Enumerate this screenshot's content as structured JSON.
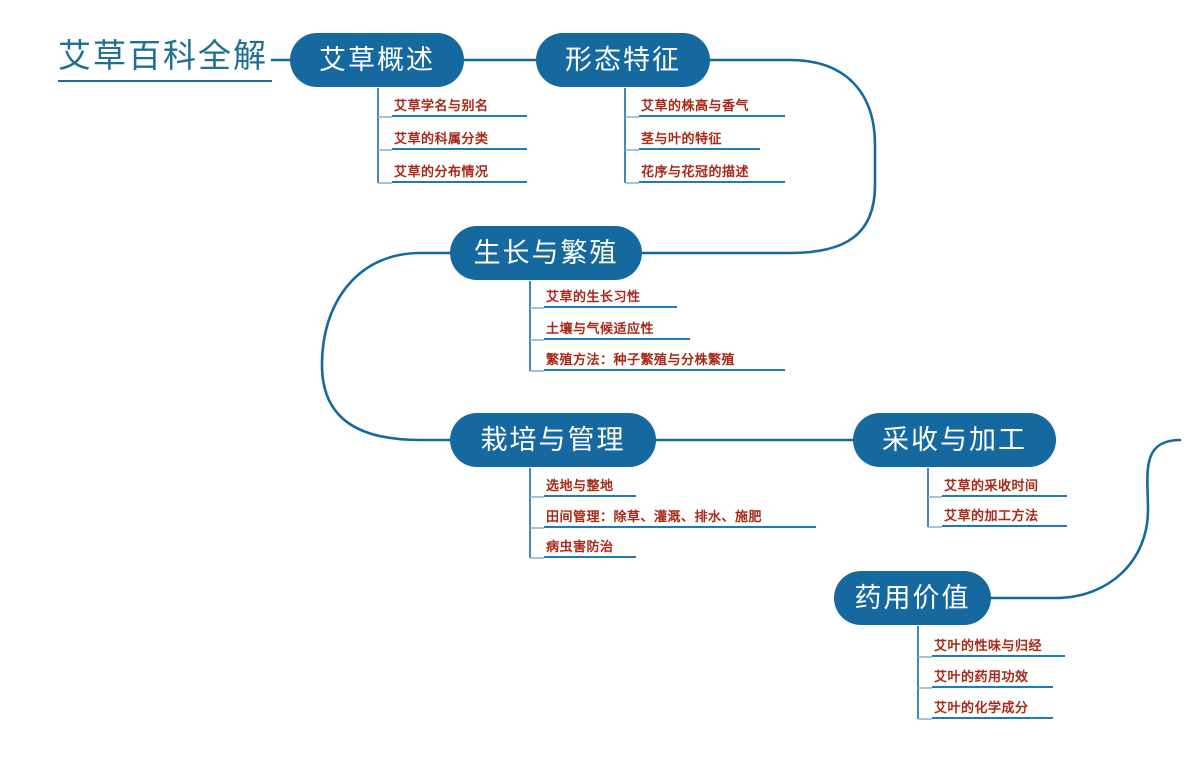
{
  "diagram": {
    "type": "mind-map",
    "title": "艾草百科全解",
    "accent_color": "#16699E",
    "title_color": "#1F6F92",
    "leaf_text_color": "#A82A19",
    "leaf_rule_color": "#1F7BB6",
    "background_color": "#FFFFFF",
    "branches": [
      {
        "label": "艾草概述",
        "leaves": [
          "艾草学名与别名",
          "艾草的科属分类",
          "艾草的分布情况"
        ]
      },
      {
        "label": "形态特征",
        "leaves": [
          "艾草的株高与香气",
          "茎与叶的特征",
          "花序与花冠的描述"
        ]
      },
      {
        "label": "生长与繁殖",
        "leaves": [
          "艾草的生长习性",
          "土壤与气候适应性",
          "繁殖方法：种子繁殖与分株繁殖"
        ]
      },
      {
        "label": "栽培与管理",
        "leaves": [
          "选地与整地",
          "田间管理：除草、灌溉、排水、施肥",
          "病虫害防治"
        ]
      },
      {
        "label": "采收与加工",
        "leaves": [
          "艾草的采收时间",
          "艾草的加工方法"
        ]
      },
      {
        "label": "药用价值",
        "leaves": [
          "艾叶的性味与归经",
          "艾叶的药用功效",
          "艾叶的化学成分"
        ]
      }
    ]
  }
}
